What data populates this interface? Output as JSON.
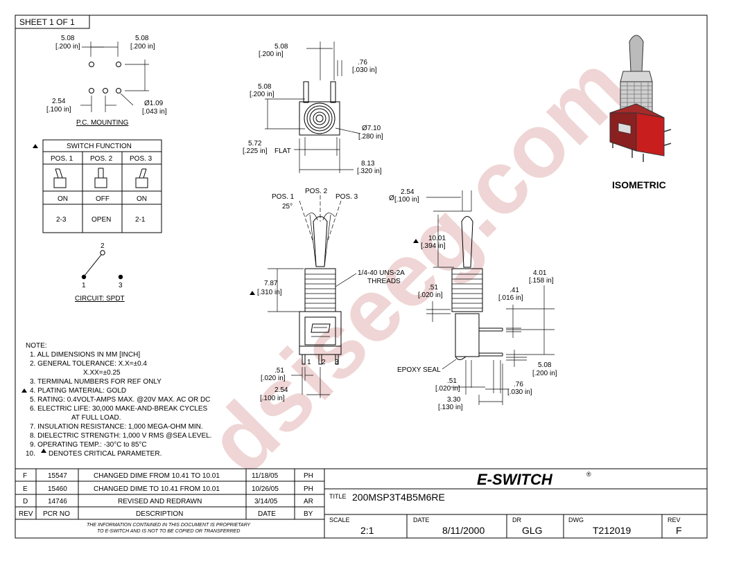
{
  "sheet": "SHEET 1 OF 1",
  "pc_mounting": {
    "title": "P.C. MOUNTING",
    "d1_mm": "5.08",
    "d1_in": "[.200 in]",
    "d2_mm": "5.08",
    "d2_in": "[.200 in]",
    "d3_mm": "2.54",
    "d3_in": "[.100 in]",
    "d4_mm": "Ø1.09",
    "d4_in": "[.043 in]"
  },
  "switch_function": {
    "title": "SWITCH FUNCTION",
    "positions": [
      "POS. 1",
      "POS. 2",
      "POS. 3"
    ],
    "states": [
      "ON",
      "OFF",
      "ON"
    ],
    "circuits": [
      "2-3",
      "OPEN",
      "2-1"
    ]
  },
  "circuit": {
    "title": "CIRCUIT: SPDT",
    "terminals": [
      "1",
      "2",
      "3"
    ]
  },
  "top_view": {
    "d1_mm": "5.08",
    "d1_in": "[.200 in]",
    "d2_mm": ".76",
    "d2_in": "[.030 in]",
    "d3_mm": "5.08",
    "d3_in": "[.200 in]",
    "d4_mm": "Ø7.10",
    "d4_in": "[.280 in]",
    "d5_mm": "5.72",
    "d5_in": "[.225 in]",
    "d5_label": "FLAT",
    "d6_mm": "8.13",
    "d6_in": "[.320 in]"
  },
  "front_view": {
    "pos1": "POS. 1",
    "pos2": "POS. 2",
    "pos3": "POS. 3",
    "angle": "25°",
    "height_mm": "7.87",
    "height_in": "[.310 in]",
    "threads_1": "1/4-40 UNS-2A",
    "threads_2": "THREADS",
    "pin_labels": [
      "1",
      "2",
      "3"
    ],
    "d_pin_mm": ".51",
    "d_pin_in": "[.020 in]",
    "d_pitch_mm": "2.54",
    "d_pitch_in": "[.100 in]"
  },
  "side_view": {
    "dia_symbol": "Ø",
    "dia_mm": "2.54",
    "dia_in": "[.100 in]",
    "lever_mm": "10.01",
    "lever_in": "[.394 in]",
    "d1_mm": "4.01",
    "d1_in": "[.158 in]",
    "d2_mm": ".41",
    "d2_in": "[.016 in]",
    "d3_mm": ".51",
    "d3_in": "[.020 in]",
    "epoxy": "EPOXY SEAL",
    "d4_mm": "5.08",
    "d4_in": "[.200 in]",
    "d5_mm": ".51",
    "d5_in": "[.020 in]",
    "d6_mm": ".76",
    "d6_in": "[.030 in]",
    "d7_mm": "3.30",
    "d7_in": "[.130 in]"
  },
  "isometric": {
    "label": "ISOMETRIC"
  },
  "notes": {
    "title": "NOTE:",
    "lines": [
      "1. ALL DIMENSIONS IN MM [INCH]",
      "2. GENERAL TOLERANCE: X.X=±0.4",
      "X.XX=±0.25",
      "3. TERMINAL NUMBERS FOR REF ONLY",
      "4. PLATING MATERIAL: GOLD",
      "5. RATING: 0.4VOLT-AMPS MAX. @20V MAX. AC OR DC",
      "6. ELECTRIC LIFE: 30,000 MAKE-AND-BREAK CYCLES",
      "AT FULL LOAD.",
      "7. INSULATION RESISTANCE: 1,000 MEGA-OHM MIN.",
      "8. DIELECTRIC STRENGTH: 1,000 V RMS @SEA LEVEL.",
      "9. OPERATING TEMP.: -30°C to 85°C",
      "10. DENOTES CRITICAL PARAMETER."
    ]
  },
  "revisions": {
    "headers": [
      "REV",
      "PCR NO",
      "DESCRIPTION",
      "DATE",
      "BY"
    ],
    "rows": [
      [
        "F",
        "15547",
        "CHANGED DIME FROM 10.41 TO 10.01",
        "11/18/05",
        "PH"
      ],
      [
        "E",
        "15460",
        "CHANGED DIME TO 10.41 FROM 10.01",
        "10/26/05",
        "PH"
      ],
      [
        "D",
        "14746",
        "REVISED AND REDRAWN",
        "3/14/05",
        "AR"
      ]
    ],
    "proprietary_1": "THE INFORMATION CONTAINED IN THIS DOCUMENT IS PROPRIETARY",
    "proprietary_2": "TO E-SWITCH AND IS NOT TO BE COPIED OR TRANSFERRED"
  },
  "title_block": {
    "logo": "E-SWITCH",
    "logo_reg": "®",
    "title_label": "TITLE",
    "title_value": "200MSP3T4B5M6RE",
    "scale_label": "SCALE",
    "scale_value": "2:1",
    "date_label": "DATE",
    "date_value": "8/11/2000",
    "dr_label": "DR",
    "dr_value": "GLG",
    "dwg_label": "DWG",
    "dwg_value": "T212019",
    "rev_label": "REV",
    "rev_value": "F"
  },
  "colors": {
    "line": "#000000",
    "accent_red": "#b33a3a",
    "device_red": "#c81e1e"
  }
}
